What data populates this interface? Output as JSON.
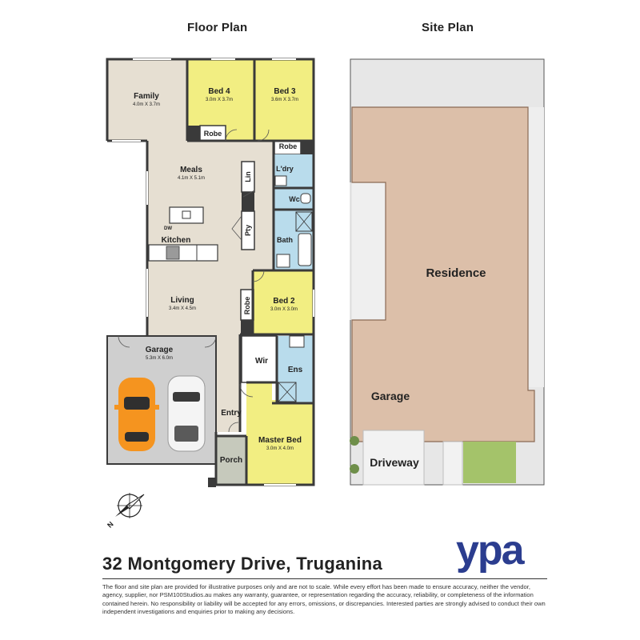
{
  "headings": {
    "floor_plan": "Floor Plan",
    "site_plan": "Site Plan"
  },
  "rooms": {
    "family": {
      "name": "Family",
      "dims": "4.0m X 3.7m"
    },
    "bed4": {
      "name": "Bed 4",
      "dims": "3.0m X 3.7m"
    },
    "bed3": {
      "name": "Bed 3",
      "dims": "3.6m X 3.7m"
    },
    "meals": {
      "name": "Meals",
      "dims": "4.1m X 5.1m"
    },
    "kitchen": {
      "name": "Kitchen"
    },
    "living": {
      "name": "Living",
      "dims": "3.4m X 4.5m"
    },
    "bed2": {
      "name": "Bed 2",
      "dims": "3.0m X 3.0m"
    },
    "garage": {
      "name": "Garage",
      "dims": "5.3m X 6.0m"
    },
    "master": {
      "name": "Master Bed",
      "dims": "3.0m X 4.0m"
    }
  },
  "labels": {
    "robe": "Robe",
    "ldry": "L'dry",
    "lin": "Lin",
    "wc": "Wc",
    "pty": "Pty",
    "bath": "Bath",
    "dw": "DW",
    "wir": "Wir",
    "ens": "Ens",
    "entry": "Entry",
    "porch": "Porch",
    "north": "N"
  },
  "site": {
    "residence": "Residence",
    "garage": "Garage",
    "driveway": "Driveway"
  },
  "colors": {
    "floor": "#e6dfd2",
    "bedroom": "#f2ee82",
    "wet": "#b9dcec",
    "garage": "#cfcfcf",
    "porch": "#c6c9bc",
    "wall": "#3a3a3a",
    "residence": "#dcbfa9",
    "lawn": "#a4c36a",
    "site_bg": "#e7e7e7",
    "brand": "#2b3d8f"
  },
  "address": "32 Montgomery Drive, Truganina",
  "logo": "ypa",
  "disclaimer": "The floor and site plan are provided for illustrative purposes only and are not to scale. While every effort has been made to ensure accuracy, neither the vendor, agency, supplier, nor PSM100Studios.au makes any warranty, guarantee, or representation regarding the accuracy, reliability, or completeness of the information contained herein. No responsibility or liability will be accepted for any errors, omissions, or discrepancies. Interested parties are strongly advised to conduct their own independent investigations and enquiries prior to making any decisions."
}
